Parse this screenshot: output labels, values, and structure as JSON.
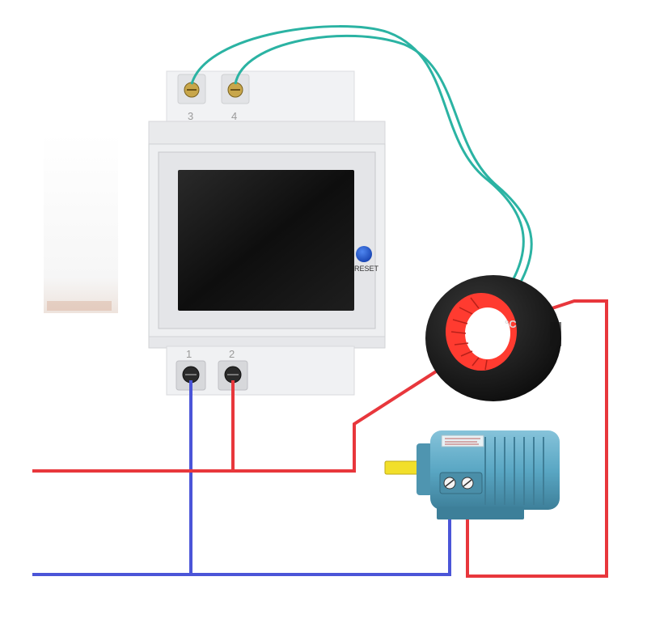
{
  "meter": {
    "reset_label": "RESET",
    "terminals_top": [
      "3",
      "4"
    ],
    "terminals_bottom": [
      "1",
      "2"
    ]
  },
  "ct": {
    "label": "°C"
  },
  "colors": {
    "phase_wire": "#e8373c",
    "neutral_wire": "#4b55d8",
    "sense_wire": "#2bb3a3",
    "meter_body": "#eeeff1",
    "screen": "#141414",
    "reset_button": "#1e5bd6",
    "ct_body": "#1b1b1b",
    "ct_core": "#ff3b30",
    "motor_body": "#5aa7c4",
    "motor_shaft": "#f2df2a"
  }
}
